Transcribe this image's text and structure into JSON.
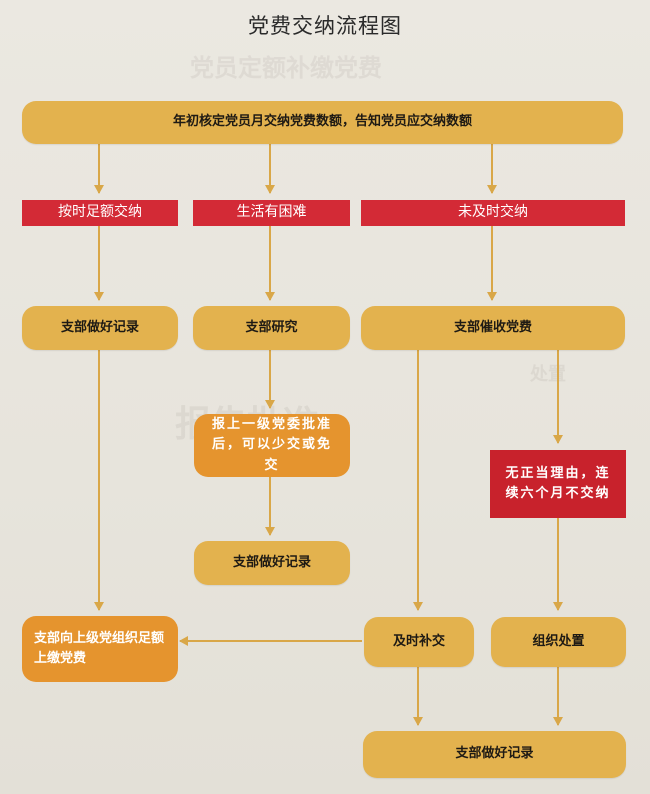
{
  "title": "党费交纳流程图",
  "colors": {
    "gold_box": "#e3b24e",
    "orange_box": "#e5942e",
    "red_label": "#d32a36",
    "arrow": "#d9a748"
  },
  "nodes": {
    "start": "年初核定党员月交纳党费数额，告知党员应交纳数额",
    "label_on_time": "按时足额交纳",
    "label_hardship": "生活有困难",
    "label_late": "未及时交纳",
    "record_1": "支部做好记录",
    "study": "支部研究",
    "urge": "支部催收党费",
    "approval": "报上一级党委批准后，可以少交或免交",
    "no_reason": "无正当理由，连续六个月不交纳",
    "record_2": "支部做好记录",
    "submit_up": "支部向上级党组织足额上缴党费",
    "pay_promptly": "及时补交",
    "org_action": "组织处置",
    "record_final": "支部做好记录"
  }
}
